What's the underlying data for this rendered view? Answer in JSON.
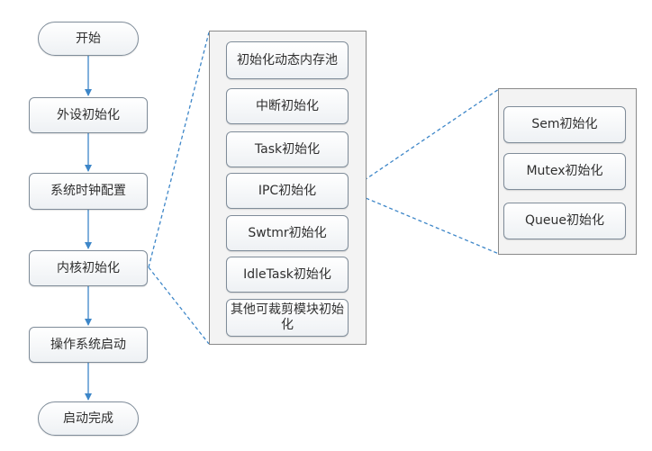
{
  "main_flow": {
    "start": "开始",
    "peripheral_init": "外设初始化",
    "clock_config": "系统时钟配置",
    "kernel_init": "内核初始化",
    "os_start": "操作系统启动",
    "boot_done": "启动完成"
  },
  "kernel_steps": [
    "初始化动态内存池",
    "中断初始化",
    "Task初始化",
    "IPC初始化",
    "Swtmr初始化",
    "IdleTask初始化",
    "其他可裁剪模块初始化"
  ],
  "ipc_steps": [
    "Sem初始化",
    "Mutex初始化",
    "Queue初始化"
  ],
  "colors": {
    "arrow": "#3d86c8",
    "dashed_link": "#3d86c8",
    "node_border": "#7f8c99",
    "panel_fill": "#f3f3f3"
  }
}
